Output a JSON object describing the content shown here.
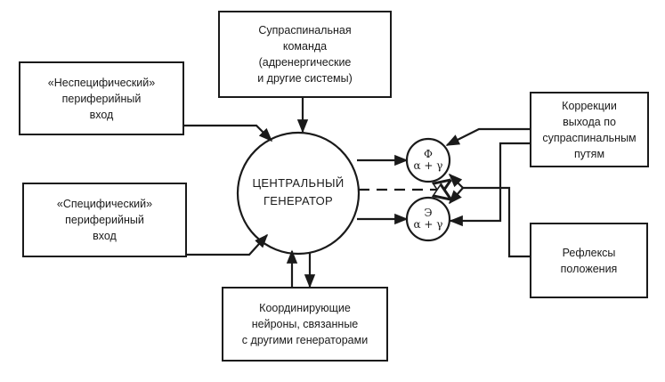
{
  "title": "Central pattern generator schema",
  "nodes": {
    "supraspinal_command": {
      "lines": [
        "Супраспинальная",
        "команда",
        "(адренергические",
        "и другие системы)"
      ]
    },
    "nonspecific_input": {
      "lines": [
        "«Неспецифический»",
        "периферийный",
        "вход"
      ]
    },
    "specific_input": {
      "lines": [
        "«Специфический»",
        "периферийный",
        "вход"
      ]
    },
    "central_generator": {
      "lines": [
        "ЦЕНТРАЛЬНЫЙ",
        "ГЕНЕРАТОР"
      ]
    },
    "flexor_motoneurons": {
      "symbol": "Ф",
      "formula": "α + γ"
    },
    "extensor_motoneurons": {
      "symbol": "Э",
      "formula": "α + γ"
    },
    "output_corrections": {
      "lines": [
        "Коррекции",
        "выхода по",
        "супраспинальным",
        "путям"
      ]
    },
    "position_reflexes": {
      "lines": [
        "Рефлексы",
        "положения"
      ]
    },
    "coordinating_neurons": {
      "lines": [
        "Координирующие",
        "нейроны, связанные",
        "с другими генераторами"
      ]
    }
  },
  "colors": {
    "ink": "#1a1a1a",
    "background": "#ffffff"
  }
}
